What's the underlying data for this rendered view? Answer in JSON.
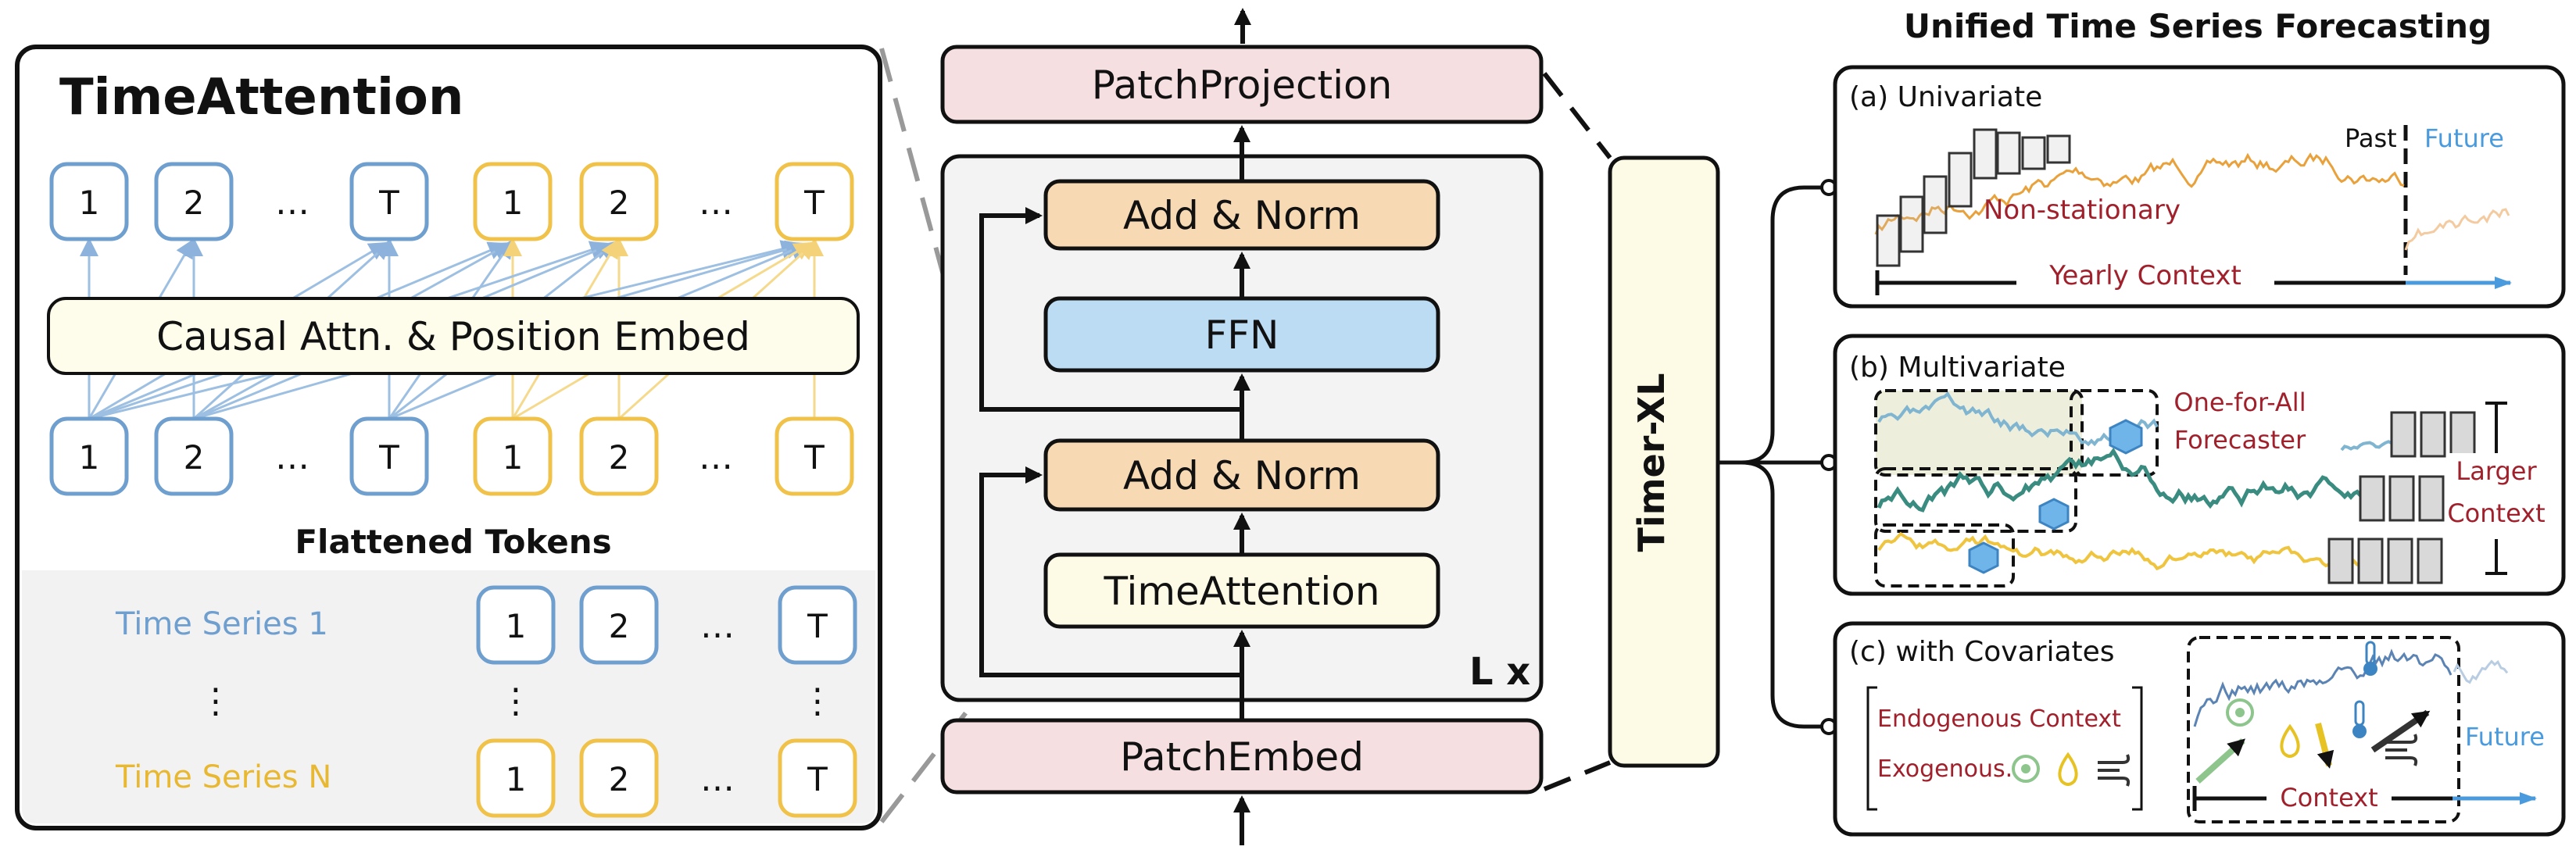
{
  "left_panel": {
    "title": "TimeAttention",
    "tokens_top": [
      "1",
      "2",
      "…",
      "T",
      "1",
      "2",
      "…",
      "T"
    ],
    "tokens_bottom": [
      "1",
      "2",
      "…",
      "T",
      "1",
      "2",
      "…",
      "T"
    ],
    "attention_label": "Causal Attn. & Position Embed",
    "flattened_label": "Flattened Tokens",
    "series_1_label": "Time Series 1",
    "series_n_label": "Time Series N",
    "vdots": "⋮",
    "series_tokens": [
      "1",
      "2",
      "…",
      "T"
    ]
  },
  "center_panel": {
    "patch_projection": "PatchProjection",
    "add_norm_top": "Add & Norm",
    "ffn": "FFN",
    "add_norm_bottom": "Add & Norm",
    "time_attention": "TimeAttention",
    "repeat_label": "L x",
    "patch_embed": "PatchEmbed",
    "model_name": "Timer-XL"
  },
  "right_panel": {
    "title": "Unified Time Series Forecasting",
    "univariate": {
      "title": "(a) Univariate",
      "past": "Past",
      "future": "Future",
      "non_stationary": "Non-stationary",
      "yearly_context": "Yearly Context"
    },
    "multivariate": {
      "title": "(b) Multivariate",
      "one_for_all_line1": "One-for-All",
      "one_for_all_line2": "Forecaster",
      "larger": "Larger",
      "context": "Context"
    },
    "covariates": {
      "title": "(c) with Covariates",
      "endogenous": "Endogenous Context",
      "exogenous": "Exogenous.",
      "future": "Future",
      "context": "Context"
    }
  },
  "colors": {
    "blue": "#6f9fcf",
    "yellow": "#f0c24a",
    "orange": "#e9a13b",
    "teal": "#3a8c80",
    "pink_fill": "#f6dfe1",
    "peach_fill": "#f7d9b4",
    "ffn_fill": "#bcdcf4",
    "cream_fill": "#fdfbe6",
    "dark_red": "#a0202c",
    "future_blue": "#4a9bde"
  }
}
